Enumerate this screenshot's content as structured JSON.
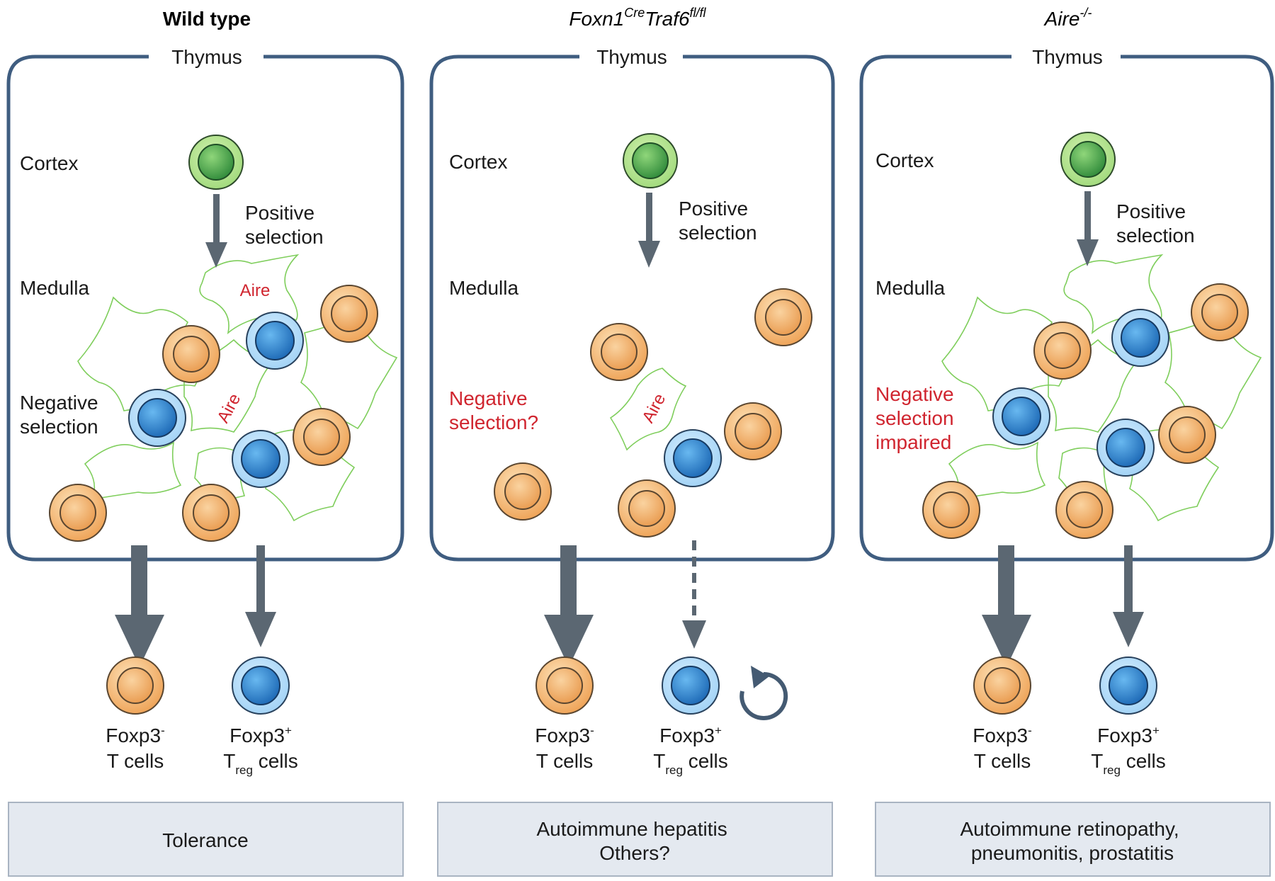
{
  "colors": {
    "frame": "#3f5d80",
    "arrow": "#5b6772",
    "orange_cell": "#f0a860",
    "blue_cell": "#3b8fd8",
    "green_cell": "#4aa552",
    "stromal_outline": "#7fce5c",
    "alert_text": "#d0252f",
    "outcome_box": "#e4e9f0"
  },
  "panels": [
    {
      "title_main": "Wild type",
      "title_sup": "",
      "title_tail": "",
      "title_sup2": "",
      "thymus": "Thymus",
      "cortex": "Cortex",
      "positive": [
        "Positive",
        "selection"
      ],
      "medulla": "Medulla",
      "negative": [
        "Negative",
        "selection",
        ""
      ],
      "aire_labels": [
        "Aire",
        "Aire"
      ],
      "foxp3_neg": [
        "Foxp3",
        "-",
        "T cells"
      ],
      "foxp3_pos": [
        "Foxp3",
        "+",
        "T",
        "reg",
        " cells"
      ],
      "outcome": [
        "Tolerance",
        ""
      ]
    },
    {
      "title_main": "Foxn1",
      "title_sup": "Cre",
      "title_tail": "Traf6",
      "title_sup2": "fl/fl",
      "thymus": "Thymus",
      "cortex": "Cortex",
      "positive": [
        "Positive",
        "selection"
      ],
      "medulla": "Medulla",
      "negative": [
        "Negative",
        "selection?",
        ""
      ],
      "aire_labels": [
        "Aire"
      ],
      "foxp3_neg": [
        "Foxp3",
        "-",
        "T cells"
      ],
      "foxp3_pos": [
        "Foxp3",
        "+",
        "T",
        "reg",
        " cells"
      ],
      "outcome": [
        "Autoimmune hepatitis",
        "Others?"
      ]
    },
    {
      "title_main": "Aire",
      "title_sup": "-/-",
      "title_tail": "",
      "title_sup2": "",
      "thymus": "Thymus",
      "cortex": "Cortex",
      "positive": [
        "Positive",
        "selection"
      ],
      "medulla": "Medulla",
      "negative": [
        "Negative",
        "selection",
        "impaired"
      ],
      "aire_labels": [],
      "foxp3_neg": [
        "Foxp3",
        "-",
        "T cells"
      ],
      "foxp3_pos": [
        "Foxp3",
        "+",
        "T",
        "reg",
        " cells"
      ],
      "outcome": [
        "Autoimmune retinopathy,",
        "pneumonitis, prostatitis"
      ]
    }
  ]
}
